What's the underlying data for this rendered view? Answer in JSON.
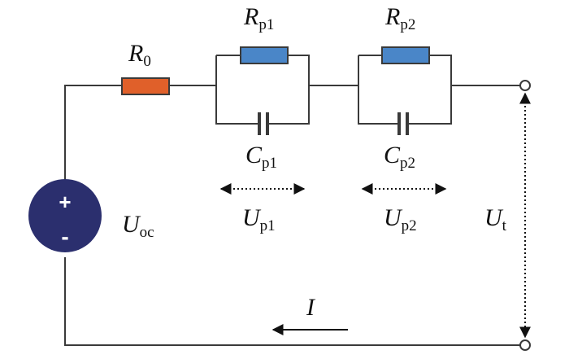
{
  "colors": {
    "wire": "#3a3a3a",
    "r0_fill": "#e0602a",
    "rp_fill": "#4a86c8",
    "source_fill": "#2b2f6e",
    "source_text": "#ffffff",
    "label": "#111111"
  },
  "components": {
    "r0": {
      "main": "R",
      "sub": "0"
    },
    "rp1": {
      "main": "R",
      "sub": "p1"
    },
    "rp2": {
      "main": "R",
      "sub": "p2"
    },
    "cp1": {
      "main": "C",
      "sub": "p1"
    },
    "cp2": {
      "main": "C",
      "sub": "p2"
    }
  },
  "source": {
    "plus": "+",
    "minus": "-",
    "main": "U",
    "sub": "oc"
  },
  "voltages": {
    "up1": {
      "main": "U",
      "sub": "p1"
    },
    "up2": {
      "main": "U",
      "sub": "p2"
    },
    "ut": {
      "main": "U",
      "sub": "t"
    }
  },
  "current": {
    "label": "I"
  }
}
